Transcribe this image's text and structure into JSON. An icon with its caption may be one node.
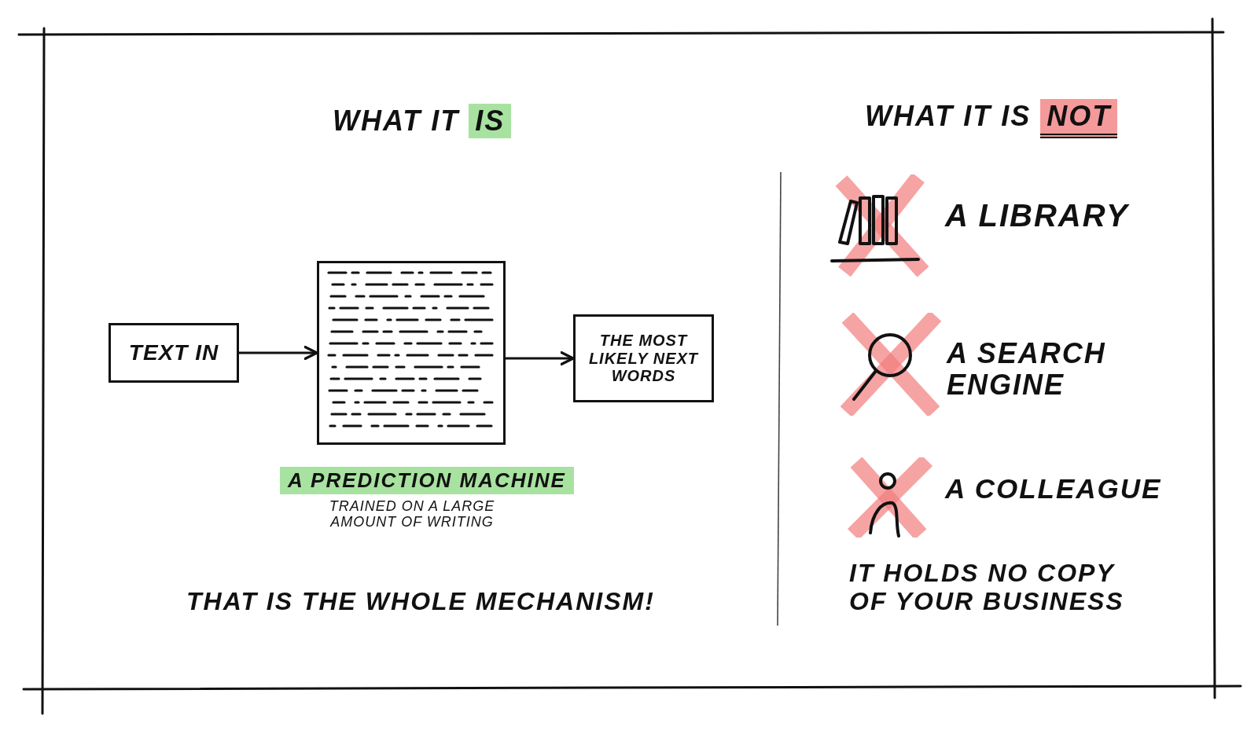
{
  "diagram": {
    "nodes": [
      {
        "text": [
          "TEXT IN"
        ]
      },
      {
        "text": [],
        "shape": "box",
        "beside": [
          "A PREDICTION MACHINE",
          "TRAINED ON A LARGE AMOUNT OF WRITING"
        ]
      },
      {
        "text": [
          "THE MOST LIKELY NEXT WORDS"
        ]
      }
    ],
    "edges": [
      {
        "from": 0,
        "to": 1,
        "arrow": "to"
      },
      {
        "from": 1,
        "to": 2,
        "arrow": "to"
      }
    ],
    "labels": [
      "WHAT IT IS",
      "WHAT IT IS NOT",
      "A LIBRARY",
      "A SEARCH ENGINE",
      "A COLLEAGUE",
      "THAT IS THE WHOLE MECHANISM!",
      "IT HOLDS NO COPY OF YOUR BUSINESS"
    ]
  }
}
